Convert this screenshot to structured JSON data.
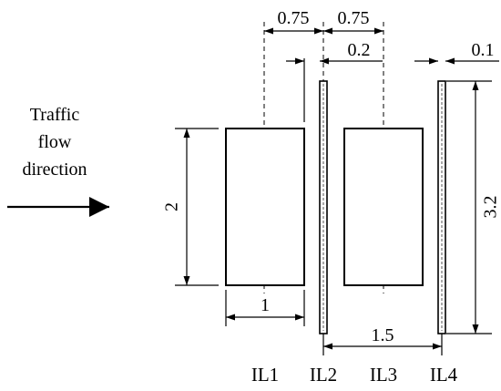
{
  "flow_label": {
    "line1": "Traffic",
    "line2": "flow",
    "line3": "direction"
  },
  "dimensions": {
    "top_left": "0.75",
    "top_right": "0.75",
    "gap_strip_1": "0.2",
    "strip_width": "0.1",
    "block_height": "2",
    "strip_height": "3.2",
    "block_width": "1",
    "strip_spacing": "1.5"
  },
  "interlayers": [
    "IL1",
    "IL2",
    "IL3",
    "IL4"
  ]
}
